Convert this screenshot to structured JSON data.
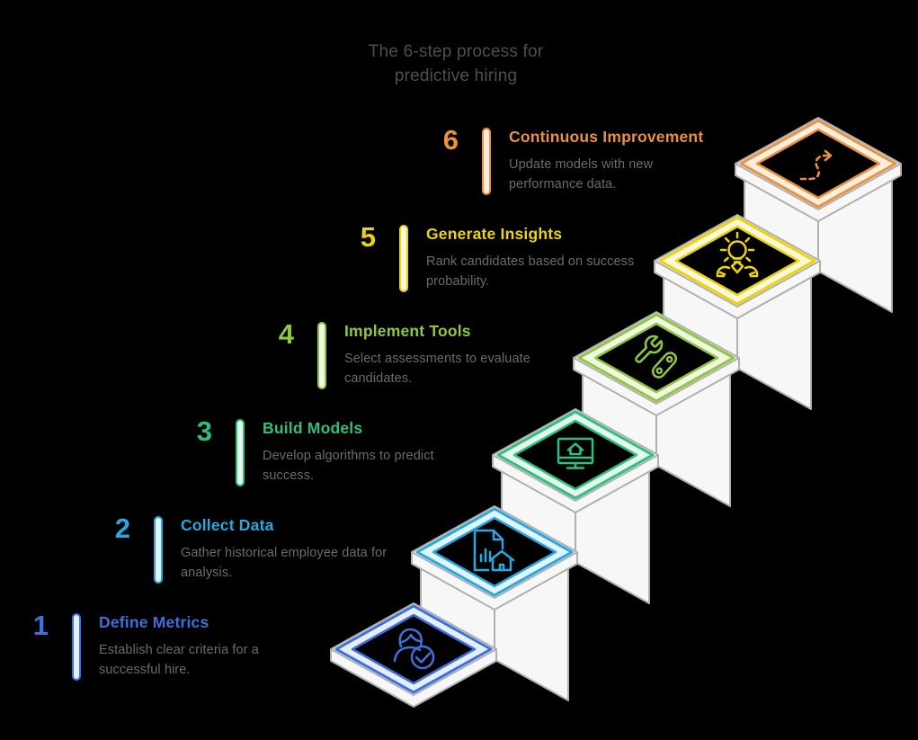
{
  "background": "#000000",
  "title": {
    "line1": "The 6-step process for",
    "line2": "predictive hiring"
  },
  "stair": {
    "face": "#F7F7F7",
    "edge": "#B0B0B0"
  },
  "steps": [
    {
      "number": "1",
      "title": "Define Metrics",
      "desc_line1": "Establish clear criteria for a",
      "desc_line2": "successful hire.",
      "color": "#3E70DB",
      "tint": "#E7EEFB",
      "icon": "user-check-icon"
    },
    {
      "number": "2",
      "title": "Collect Data",
      "desc_line1": "Gather historical employee data for",
      "desc_line2": "analysis.",
      "color": "#29A8DF",
      "tint": "#E2F4FC",
      "icon": "document-chart-house-icon"
    },
    {
      "number": "3",
      "title": "Build Models",
      "desc_line1": "Develop algorithms to predict",
      "desc_line2": "success.",
      "color": "#2FBF7C",
      "tint": "#E4F8EE",
      "icon": "monitor-house-icon"
    },
    {
      "number": "4",
      "title": "Implement Tools",
      "desc_line1": "Select assessments to evaluate",
      "desc_line2": "candidates.",
      "color": "#8EC63F",
      "tint": "#F1F8E2",
      "icon": "wrench-tools-icon"
    },
    {
      "number": "5",
      "title": "Generate Insights",
      "desc_line1": "Rank candidates based on success",
      "desc_line2": "probability.",
      "color": "#EBD40F",
      "tint": "#FBF8DC",
      "icon": "lightbulb-hands-icon"
    },
    {
      "number": "6",
      "title": "Continuous Improvement",
      "desc_line1": "Update models with new",
      "desc_line2": "performance data.",
      "color": "#E89140",
      "tint": "#FBEEDE",
      "icon": "dashed-arrow-icon"
    }
  ]
}
